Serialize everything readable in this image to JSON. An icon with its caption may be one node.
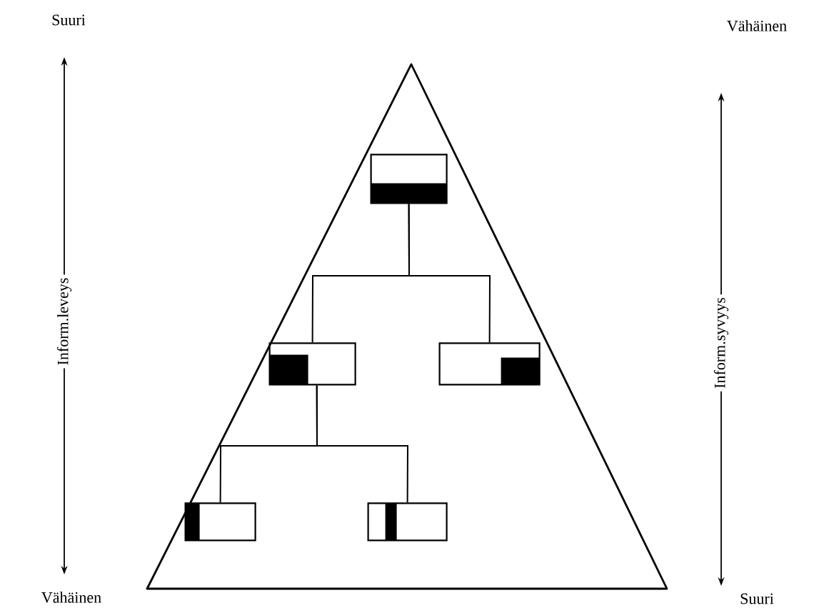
{
  "diagram": {
    "nodes": [
      {
        "text": [],
        "shape": "triangle"
      },
      {
        "text": [],
        "shape": "box",
        "in": 0
      },
      {
        "text": [],
        "shape": "box",
        "in": 0
      },
      {
        "text": [],
        "shape": "box",
        "in": 0
      },
      {
        "text": [],
        "shape": "box",
        "in": 0
      },
      {
        "text": [],
        "shape": "box",
        "in": 0
      }
    ],
    "edges": [
      {
        "from": 1,
        "to": 2,
        "arrow": "none"
      },
      {
        "from": 1,
        "to": 3,
        "arrow": "none"
      },
      {
        "from": 2,
        "to": 4,
        "arrow": "none"
      },
      {
        "from": 2,
        "to": 5,
        "arrow": "none"
      }
    ],
    "labels": [
      "Suuri",
      "Vähäinen",
      "Inform.leveys",
      "Inform.syvyys",
      "Vähäinen",
      "Suuri"
    ]
  }
}
